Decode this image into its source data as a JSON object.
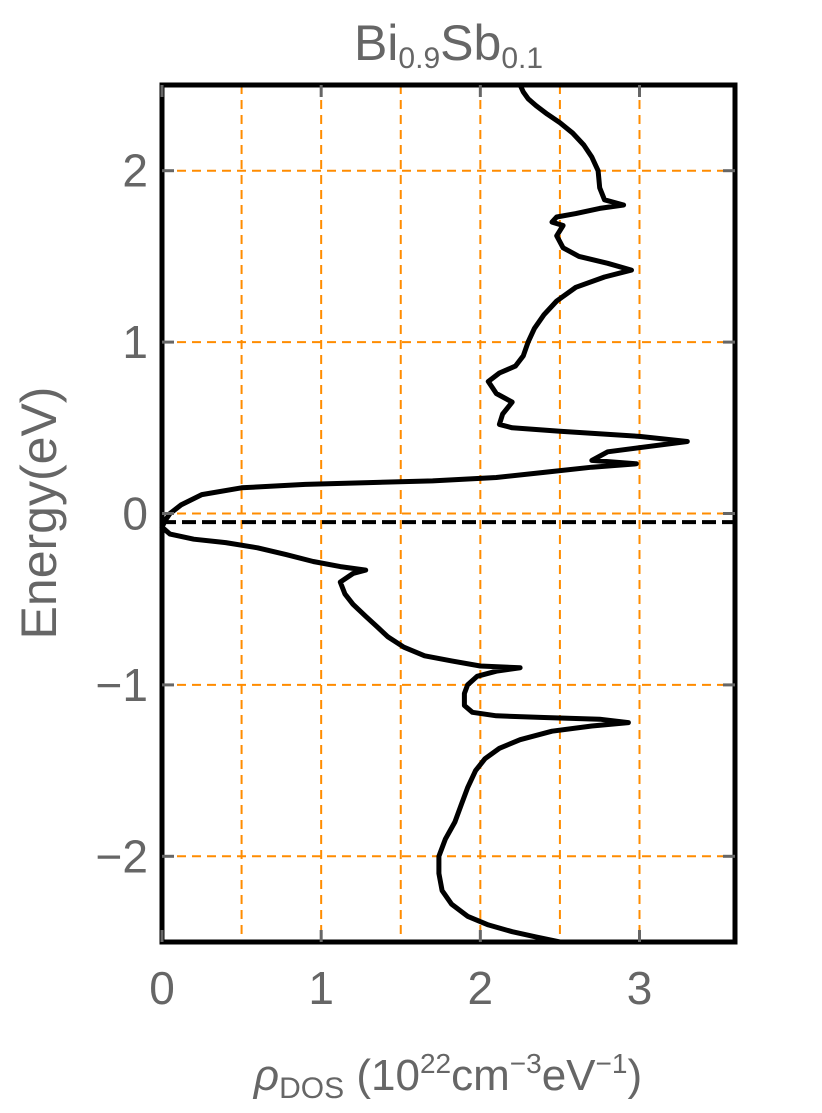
{
  "chart_data": {
    "type": "line",
    "title": {
      "parts": [
        {
          "text": "Bi",
          "style": "normal"
        },
        {
          "text": "0.9",
          "style": "sub"
        },
        {
          "text": "Sb",
          "style": "normal"
        },
        {
          "text": "0.1",
          "style": "sub"
        }
      ]
    },
    "ylabel": "Energy(eV)",
    "xlabel": {
      "parts": [
        {
          "text": "ρ",
          "style": "italic"
        },
        {
          "text": "DOS",
          "style": "sub"
        },
        {
          "text": " (10",
          "style": "normal"
        },
        {
          "text": "22",
          "style": "sup"
        },
        {
          "text": "cm",
          "style": "normal"
        },
        {
          "text": "−3",
          "style": "sup"
        },
        {
          "text": "eV",
          "style": "normal"
        },
        {
          "text": "−1",
          "style": "sup"
        },
        {
          "text": ")",
          "style": "normal"
        }
      ]
    },
    "xlim": [
      0,
      3.6
    ],
    "ylim": [
      -2.5,
      2.5
    ],
    "xticks": [
      {
        "value": 0,
        "label": "0"
      },
      {
        "value": 1,
        "label": "1"
      },
      {
        "value": 2,
        "label": "2"
      },
      {
        "value": 3,
        "label": "3"
      }
    ],
    "yticks": [
      {
        "value": -2,
        "label": "−2"
      },
      {
        "value": -1,
        "label": "−1"
      },
      {
        "value": 0,
        "label": "0"
      },
      {
        "value": 1,
        "label": "1"
      },
      {
        "value": 2,
        "label": "2"
      }
    ],
    "grid": {
      "on": true,
      "style": "dashed",
      "color": "#ff8c00",
      "x": [
        0.5,
        1,
        1.5,
        2,
        2.5,
        3
      ],
      "y": [
        -2,
        -1,
        0,
        1,
        2
      ]
    },
    "fermi_level": {
      "y": -0.05,
      "style": "dashed",
      "color": "#000000"
    },
    "colors": {
      "series": "#000000",
      "axis": "#000000",
      "text": "#666666"
    },
    "series": [
      {
        "points": [
          [
            2.5,
            -2.5
          ],
          [
            2.35,
            -2.47
          ],
          [
            2.2,
            -2.44
          ],
          [
            2.05,
            -2.4
          ],
          [
            1.92,
            -2.35
          ],
          [
            1.82,
            -2.28
          ],
          [
            1.76,
            -2.2
          ],
          [
            1.74,
            -2.1
          ],
          [
            1.74,
            -2.0
          ],
          [
            1.78,
            -1.9
          ],
          [
            1.84,
            -1.8
          ],
          [
            1.88,
            -1.7
          ],
          [
            1.92,
            -1.6
          ],
          [
            1.97,
            -1.5
          ],
          [
            2.03,
            -1.43
          ],
          [
            2.12,
            -1.37
          ],
          [
            2.25,
            -1.32
          ],
          [
            2.45,
            -1.27
          ],
          [
            2.7,
            -1.24
          ],
          [
            2.93,
            -1.22
          ],
          [
            2.75,
            -1.2
          ],
          [
            2.4,
            -1.19
          ],
          [
            2.1,
            -1.18
          ],
          [
            1.95,
            -1.16
          ],
          [
            1.9,
            -1.12
          ],
          [
            1.9,
            -1.05
          ],
          [
            1.92,
            -1.0
          ],
          [
            1.98,
            -0.95
          ],
          [
            2.1,
            -0.92
          ],
          [
            2.25,
            -0.9
          ],
          [
            2.0,
            -0.89
          ],
          [
            1.82,
            -0.86
          ],
          [
            1.65,
            -0.83
          ],
          [
            1.52,
            -0.78
          ],
          [
            1.42,
            -0.72
          ],
          [
            1.35,
            -0.66
          ],
          [
            1.28,
            -0.6
          ],
          [
            1.2,
            -0.53
          ],
          [
            1.15,
            -0.47
          ],
          [
            1.12,
            -0.4
          ],
          [
            1.2,
            -0.35
          ],
          [
            1.28,
            -0.33
          ],
          [
            1.12,
            -0.31
          ],
          [
            0.95,
            -0.28
          ],
          [
            0.78,
            -0.24
          ],
          [
            0.6,
            -0.2
          ],
          [
            0.4,
            -0.17
          ],
          [
            0.2,
            -0.15
          ],
          [
            0.05,
            -0.12
          ],
          [
            0.0,
            -0.08
          ],
          [
            0.02,
            -0.04
          ],
          [
            0.05,
            0.0
          ],
          [
            0.12,
            0.05
          ],
          [
            0.25,
            0.11
          ],
          [
            0.5,
            0.15
          ],
          [
            0.9,
            0.17
          ],
          [
            1.3,
            0.18
          ],
          [
            1.7,
            0.19
          ],
          [
            2.1,
            0.21
          ],
          [
            2.4,
            0.24
          ],
          [
            2.7,
            0.27
          ],
          [
            2.98,
            0.29
          ],
          [
            2.7,
            0.31
          ],
          [
            2.8,
            0.36
          ],
          [
            3.3,
            0.42
          ],
          [
            3.0,
            0.45
          ],
          [
            2.5,
            0.48
          ],
          [
            2.2,
            0.5
          ],
          [
            2.12,
            0.52
          ],
          [
            2.14,
            0.58
          ],
          [
            2.2,
            0.65
          ],
          [
            2.1,
            0.7
          ],
          [
            2.05,
            0.77
          ],
          [
            2.12,
            0.82
          ],
          [
            2.22,
            0.86
          ],
          [
            2.27,
            0.92
          ],
          [
            2.3,
            1.0
          ],
          [
            2.34,
            1.08
          ],
          [
            2.4,
            1.16
          ],
          [
            2.48,
            1.24
          ],
          [
            2.6,
            1.32
          ],
          [
            2.78,
            1.38
          ],
          [
            2.95,
            1.42
          ],
          [
            2.8,
            1.46
          ],
          [
            2.62,
            1.5
          ],
          [
            2.52,
            1.55
          ],
          [
            2.48,
            1.62
          ],
          [
            2.52,
            1.68
          ],
          [
            2.45,
            1.7
          ],
          [
            2.48,
            1.73
          ],
          [
            2.6,
            1.75
          ],
          [
            2.75,
            1.78
          ],
          [
            2.9,
            1.8
          ],
          [
            2.78,
            1.83
          ],
          [
            2.75,
            1.9
          ],
          [
            2.74,
            2.0
          ],
          [
            2.7,
            2.08
          ],
          [
            2.65,
            2.15
          ],
          [
            2.58,
            2.22
          ],
          [
            2.5,
            2.28
          ],
          [
            2.42,
            2.33
          ],
          [
            2.35,
            2.38
          ],
          [
            2.3,
            2.42
          ],
          [
            2.27,
            2.46
          ],
          [
            2.25,
            2.5
          ]
        ]
      }
    ]
  }
}
